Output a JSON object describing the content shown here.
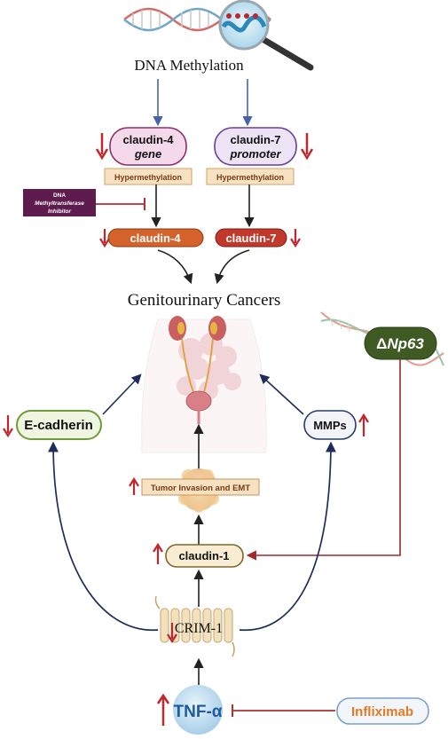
{
  "title": "DNA Methylation",
  "center_title": "Genitourinary Cancers",
  "colors": {
    "blue_arrow": "#4a63a8",
    "navy_arrow": "#1f2d5a",
    "red_arrow": "#c0272d",
    "inhibitor_red": "#b03030",
    "pink_fill": "#f3d9ea",
    "pink_stroke": "#8a2f6b",
    "lavender_fill": "#ece4f4",
    "lavender_stroke": "#6a3d9a",
    "tan_fill": "#f7e1c3",
    "tan_stroke": "#d2a266",
    "orange_fill": "#d4632b",
    "red_fill": "#c1392b",
    "green_fill": "#eef5e1",
    "green_stroke": "#6f9b3a",
    "dark_green": "#3f5a23",
    "purple_dark": "#5e1b4e",
    "tnf_blue": "#1e5a9e",
    "infliximab_orange": "#e47a1f"
  },
  "nodes": {
    "claudin4_gene": {
      "line1": "claudin-4",
      "line2": "gene",
      "trend": "down"
    },
    "claudin7_promoter": {
      "line1": "claudin-7",
      "line2": "promoter",
      "trend": "down"
    },
    "hyper_left": "Hypermethylation",
    "hyper_right": "Hypermethylation",
    "dnmt_inhibitor": {
      "line1": "DNA",
      "line2": "Methyltransferase",
      "line3": "Inhibitor"
    },
    "claudin4": {
      "label": "claudin-4",
      "trend": "down"
    },
    "claudin7": {
      "label": "claudin-7",
      "trend": "down"
    },
    "delta_np63": {
      "prefix": "Δ",
      "label": "Np63"
    },
    "e_cadherin": {
      "label": "E-cadherin",
      "trend": "down"
    },
    "mmps": {
      "label": "MMPs",
      "trend": "up"
    },
    "tumor_invasion": {
      "label": "Tumor Invasion and EMT",
      "trend": "up"
    },
    "claudin1": {
      "label": "claudin-1",
      "trend": "up"
    },
    "crim1": {
      "label": "CRIM-1",
      "trend": "down"
    },
    "tnf_alpha": {
      "label": "TNF-α",
      "trend": "up"
    },
    "infliximab": {
      "label": "Infliximab"
    }
  }
}
